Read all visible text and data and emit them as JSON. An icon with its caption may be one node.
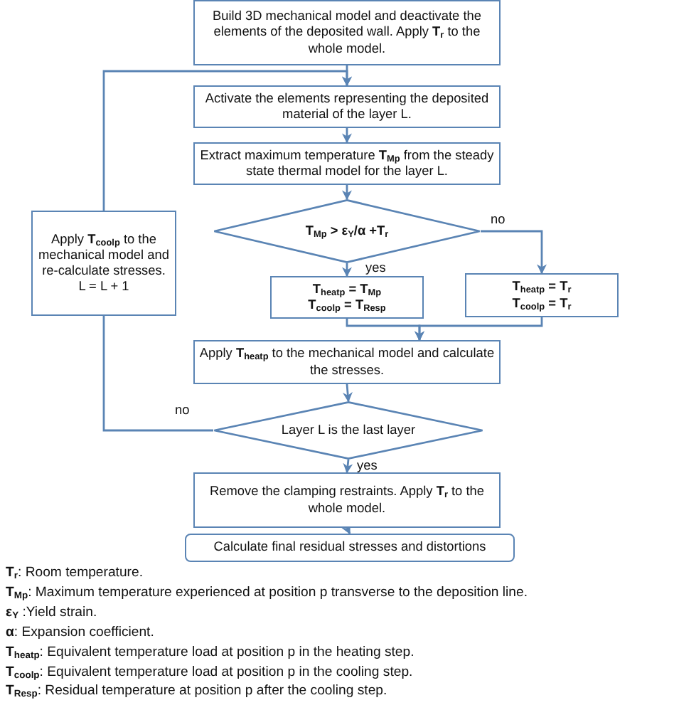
{
  "diagram": {
    "nodes": [
      {
        "text": [
          "Build 3D mechanical model and deactivate the elements of the deposited wall. Apply **T**$_{r}$ to the whole model."
        ]
      },
      {
        "text": [
          "Activate the elements representing the deposited material of the layer L."
        ]
      },
      {
        "text": [
          "Extract maximum temperature **T**$_{Mp}$ from the steady state thermal model for the layer L."
        ]
      },
      {
        "text": [
          "T$_{Mp}$ > ε$_{Y}$/α +T$_{r}$"
        ]
      },
      {
        "text": [
          "T$_{heatp}$ = T$_{Mp}$",
          "T$_{coolp}$ = T$_{Resp}$"
        ]
      },
      {
        "text": [
          "T$_{heatp}$ = T$_{r}$",
          "T$_{coolp}$ = T$_{r}$"
        ]
      },
      {
        "text": [
          "Apply **T**$_{heatp}$ to the mechanical model and calculate the stresses."
        ]
      },
      {
        "text": [
          "Layer L is the last layer"
        ]
      },
      {
        "text": [
          "Remove the clamping restraints. Apply **T**$_{r}$ to the whole model."
        ]
      },
      {
        "text": [
          "Calculate final residual stresses and distortions"
        ]
      },
      {
        "text": [
          "Apply **T**$_{coolp}$ to the mechanical model and re-calculate stresses.",
          "L = L + 1"
        ]
      }
    ],
    "edges": [
      {
        "from": 0,
        "to": 1,
        "arrow": "to"
      },
      {
        "from": 1,
        "to": 2,
        "arrow": "to"
      },
      {
        "from": 2,
        "to": 3,
        "arrow": "to"
      },
      {
        "from": 3,
        "to": 4,
        "arrow": "to",
        "label": "yes"
      },
      {
        "from": 3,
        "to": 5,
        "arrow": "to",
        "label": "no"
      },
      {
        "from": 4,
        "to": 6,
        "arrow": "to"
      },
      {
        "from": 5,
        "to": 6,
        "arrow": "to"
      },
      {
        "from": 6,
        "to": 7,
        "arrow": "to"
      },
      {
        "from": 7,
        "to": 10,
        "arrow": "none",
        "label": "no"
      },
      {
        "from": 7,
        "to": 8,
        "arrow": "to",
        "label": "yes"
      },
      {
        "from": 8,
        "to": 9,
        "arrow": "to"
      },
      {
        "from": 10,
        "to": 1,
        "arrow": "to"
      }
    ],
    "labels": [
      "**T**$_{r}$: Room temperature.",
      "**T**$_{Mp}$: Maximum temperature experienced at position p transverse to the deposition line.",
      "**ε**$_{Y}$ :Yield strain.",
      "**α**: Expansion coefficient.",
      "**T**$_{heatp}$: Equivalent temperature load at position p in the heating step.",
      "**T**$_{coolp}$: Equivalent temperature load at position p in the cooling step.",
      "**T**$_{Resp}$: Residual temperature at position p after the cooling step."
    ]
  }
}
